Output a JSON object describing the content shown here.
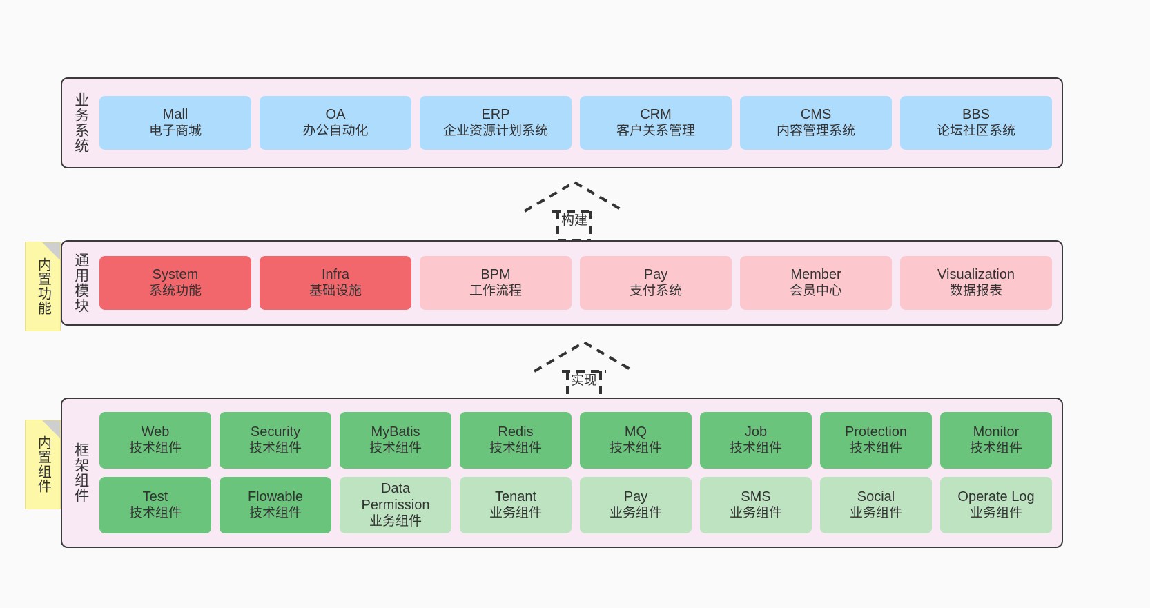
{
  "diagram": {
    "title": "",
    "colors": {
      "canvas": "#fafafa",
      "panel_bg": "#f8e9f5",
      "panel_border": "#3a3a3a",
      "blue": "#aedcfd",
      "red": "#f2676c",
      "pink": "#fcc8ce",
      "green": "#6bc47c",
      "light_green": "#bde3c1",
      "note_yellow": "#fcf8a8",
      "note_fold": "#cfcfcf",
      "text": "#333333"
    }
  },
  "layers": [
    {
      "key": "business",
      "label": "业务系统",
      "rows": [
        [
          {
            "en": "Mall",
            "cn": "电子商城"
          },
          {
            "en": "OA",
            "cn": "办公自动化"
          },
          {
            "en": "ERP",
            "cn": "企业资源计划系统"
          },
          {
            "en": "CRM",
            "cn": "客户关系管理"
          },
          {
            "en": "CMS",
            "cn": "内容管理系统"
          },
          {
            "en": "BBS",
            "cn": "论坛社区系统"
          }
        ]
      ]
    },
    {
      "key": "common",
      "label": "通用模块",
      "rows": [
        [
          {
            "en": "System",
            "cn": "系统功能"
          },
          {
            "en": "Infra",
            "cn": "基础设施"
          },
          {
            "en": "BPM",
            "cn": "工作流程"
          },
          {
            "en": "Pay",
            "cn": "支付系统"
          },
          {
            "en": "Member",
            "cn": "会员中心"
          },
          {
            "en": "Visualization",
            "cn": "数据报表"
          }
        ]
      ]
    },
    {
      "key": "framework",
      "label": "框架组件",
      "rows": [
        [
          {
            "en": "Web",
            "cn": "技术组件"
          },
          {
            "en": "Security",
            "cn": "技术组件"
          },
          {
            "en": "MyBatis",
            "cn": "技术组件"
          },
          {
            "en": "Redis",
            "cn": "技术组件"
          },
          {
            "en": "MQ",
            "cn": "技术组件"
          },
          {
            "en": "Job",
            "cn": "技术组件"
          },
          {
            "en": "Protection",
            "cn": "技术组件"
          },
          {
            "en": "Monitor",
            "cn": "技术组件"
          }
        ],
        [
          {
            "en": "Test",
            "cn": "技术组件"
          },
          {
            "en": "Flowable",
            "cn": "技术组件"
          },
          {
            "en": "Data Permission",
            "cn": "业务组件"
          },
          {
            "en": "Tenant",
            "cn": "业务组件"
          },
          {
            "en": "Pay",
            "cn": "业务组件"
          },
          {
            "en": "SMS",
            "cn": "业务组件"
          },
          {
            "en": "Social",
            "cn": "业务组件"
          },
          {
            "en": "Operate Log",
            "cn": "业务组件"
          }
        ]
      ]
    }
  ],
  "notes": [
    {
      "key": "builtin-functions",
      "label": "内置功能"
    },
    {
      "key": "builtin-components",
      "label": "内置组件"
    }
  ],
  "arrows": [
    {
      "key": "build",
      "label": "构建"
    },
    {
      "key": "implement",
      "label": "实现"
    }
  ]
}
